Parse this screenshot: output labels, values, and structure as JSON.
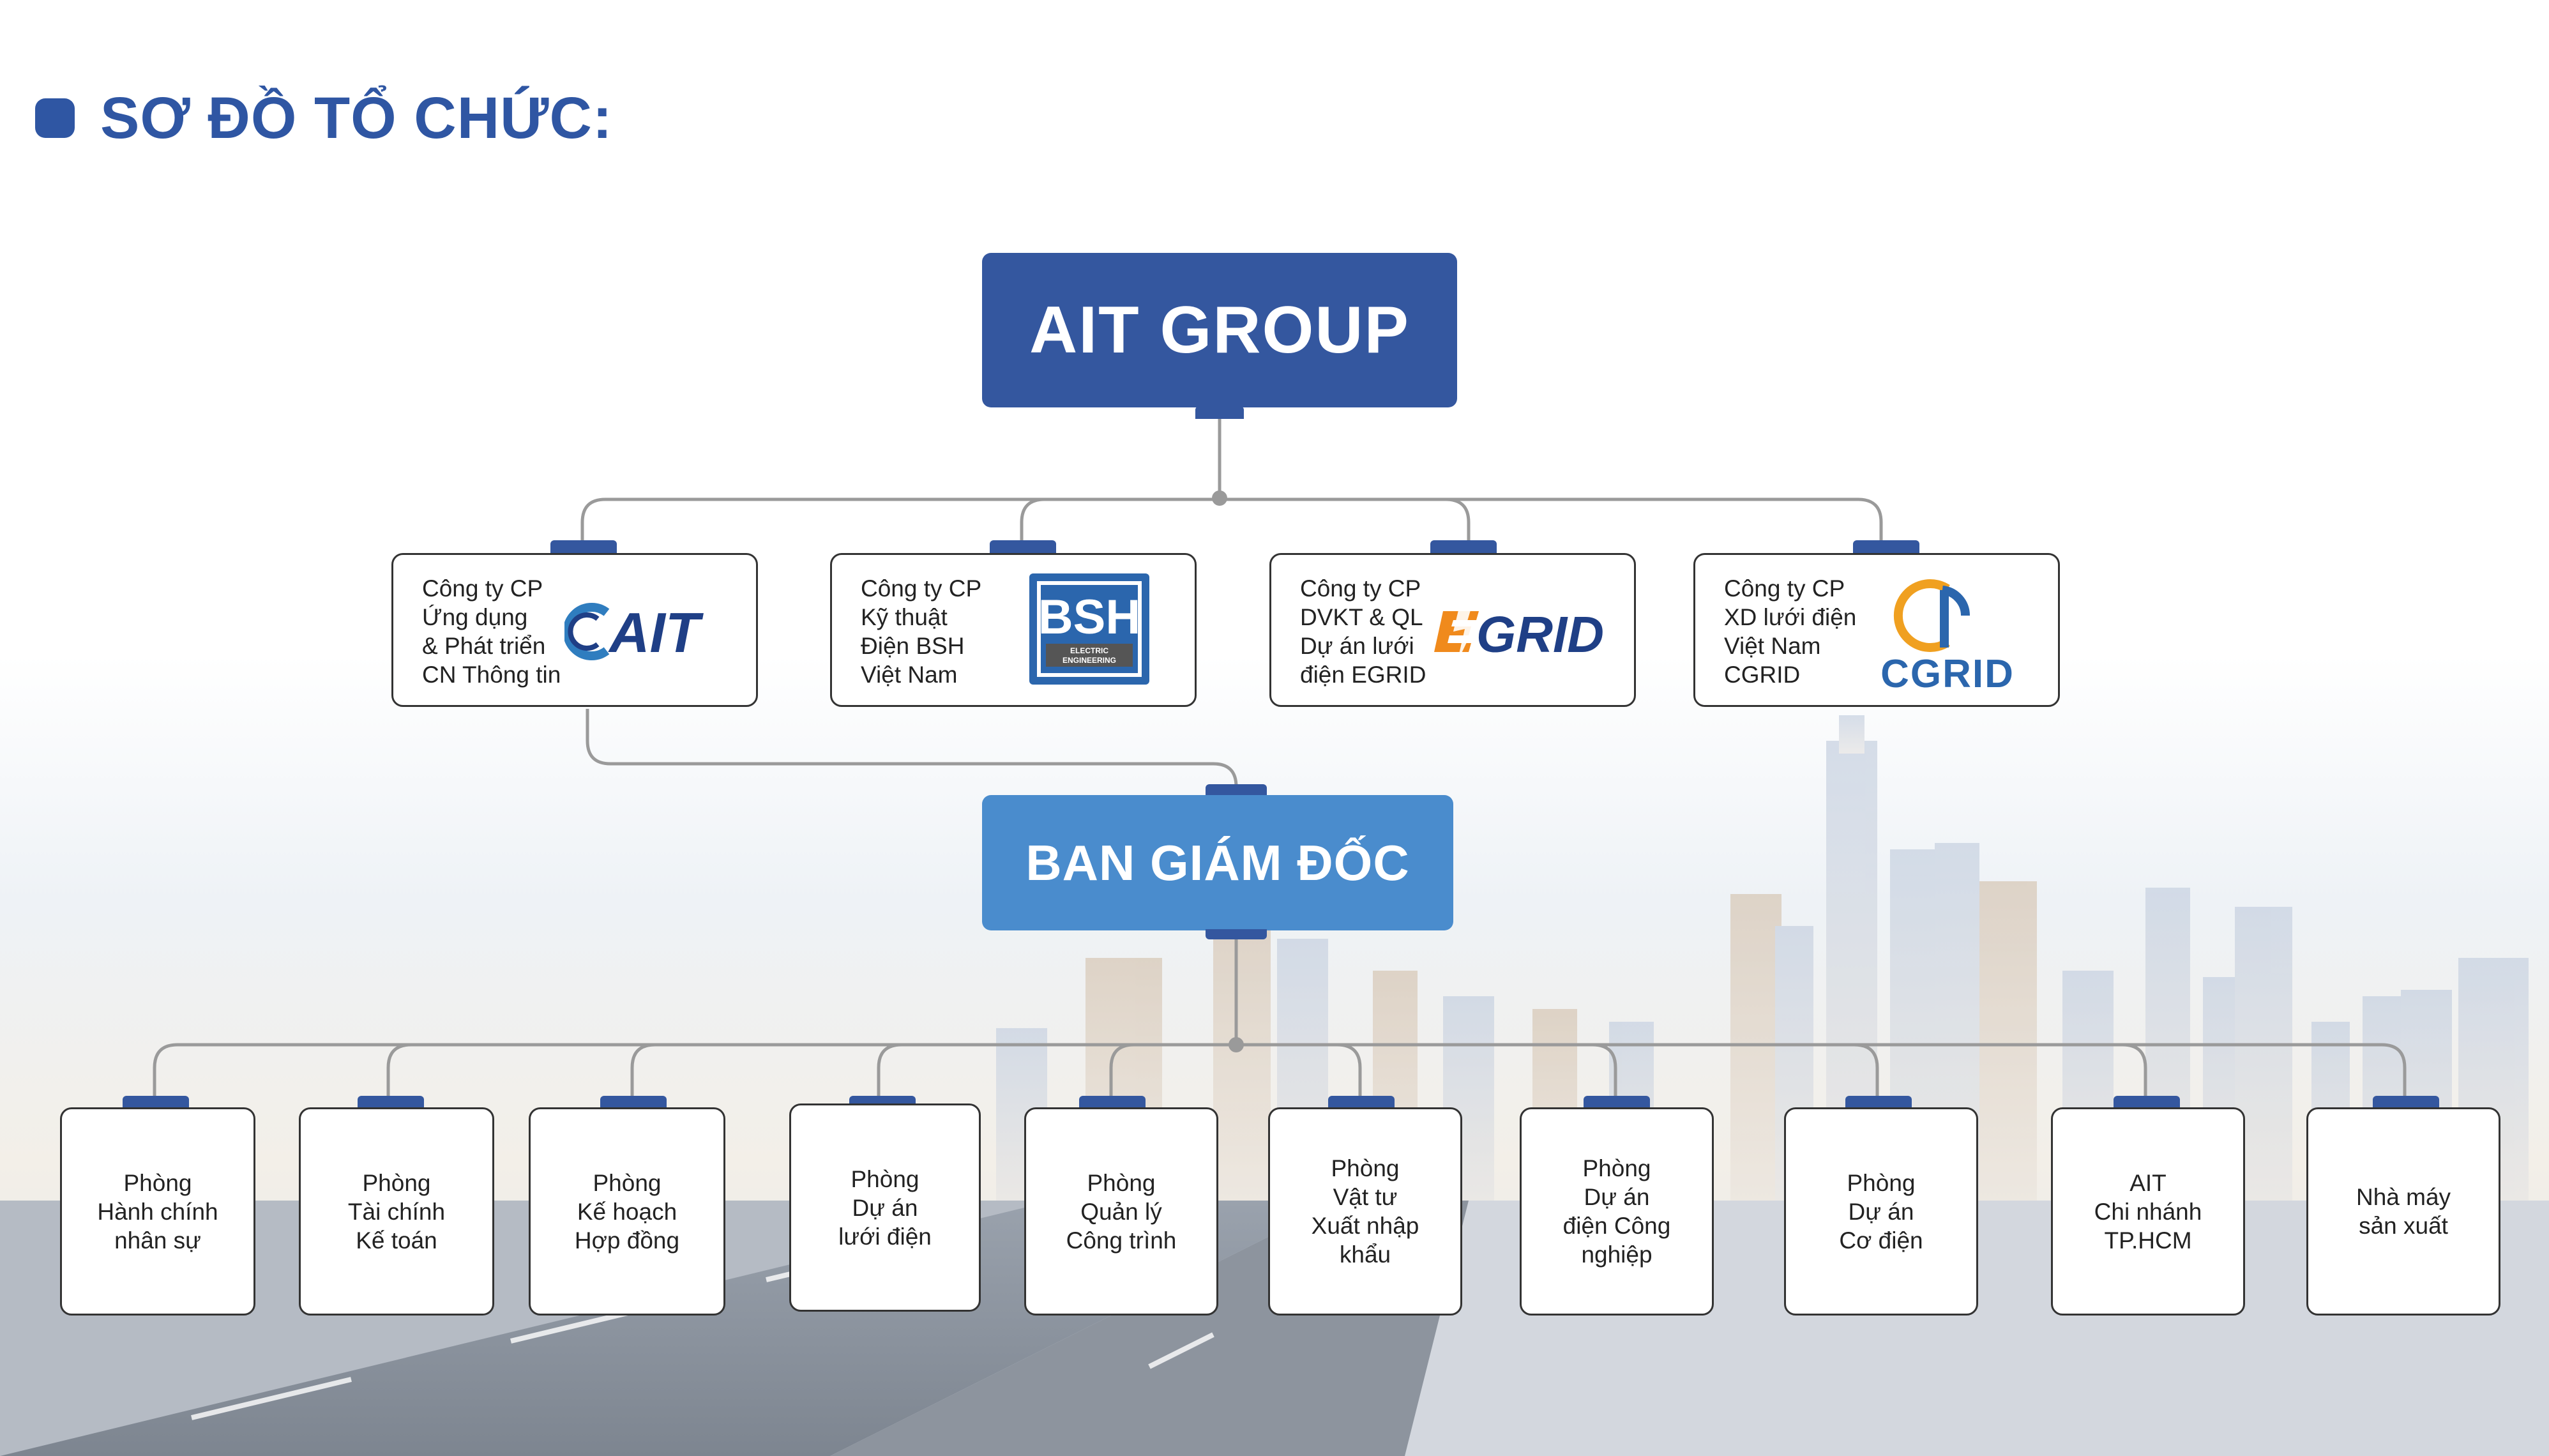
{
  "header": {
    "title": "SƠ ĐỒ TỔ CHỨC:"
  },
  "root": {
    "label": "AIT GROUP"
  },
  "companies": [
    {
      "lines": [
        "Công ty CP",
        "Ứng dụng",
        "& Phát triển",
        "CN Thông tin"
      ],
      "logo_text": "AIT",
      "logo_icon": "ait-logo-icon"
    },
    {
      "lines": [
        "Công ty CP",
        "Kỹ thuật",
        "Điện BSH",
        "Việt Nam"
      ],
      "logo_text": "BSH",
      "logo_subtext": "ELECTRIC ENGINEERING",
      "logo_icon": "bsh-logo-icon"
    },
    {
      "lines": [
        "Công ty CP",
        "DVKT & QL",
        "Dự án lưới",
        "điện EGRID"
      ],
      "logo_text": "EGRID",
      "logo_icon": "egrid-logo-icon"
    },
    {
      "lines": [
        "Công ty CP",
        "XD lưới điện",
        "Việt Nam",
        "CGRID"
      ],
      "logo_text": "CGRID",
      "logo_icon": "cgrid-logo-icon"
    }
  ],
  "board": {
    "label": "BAN GIÁM ĐỐC"
  },
  "departments": [
    {
      "lines": [
        "Phòng",
        "Hành chính",
        "nhân sự"
      ]
    },
    {
      "lines": [
        "Phòng",
        "Tài chính",
        "Kế toán"
      ]
    },
    {
      "lines": [
        "Phòng",
        "Kế hoạch",
        "Hợp đồng"
      ]
    },
    {
      "lines": [
        "Phòng",
        "Dự án",
        "lưới điện"
      ]
    },
    {
      "lines": [
        "Phòng",
        "Quản lý",
        "Công trình"
      ]
    },
    {
      "lines": [
        "Phòng",
        "Vật tư",
        "Xuất nhập",
        "khẩu"
      ]
    },
    {
      "lines": [
        "Phòng",
        "Dự án",
        "điện Công",
        "nghiệp"
      ]
    },
    {
      "lines": [
        "Phòng",
        "Dự án",
        "Cơ điện"
      ]
    },
    {
      "lines": [
        "AIT",
        "Chi nhánh",
        "TP.HCM"
      ]
    },
    {
      "lines": [
        "Nhà máy",
        "sản xuất"
      ]
    }
  ],
  "colors": {
    "primary": "#34579f",
    "secondary": "#4a8ccd",
    "title": "#2f56a3",
    "connector": "#9a9a9a",
    "egrid_orange": "#f08a1c"
  }
}
